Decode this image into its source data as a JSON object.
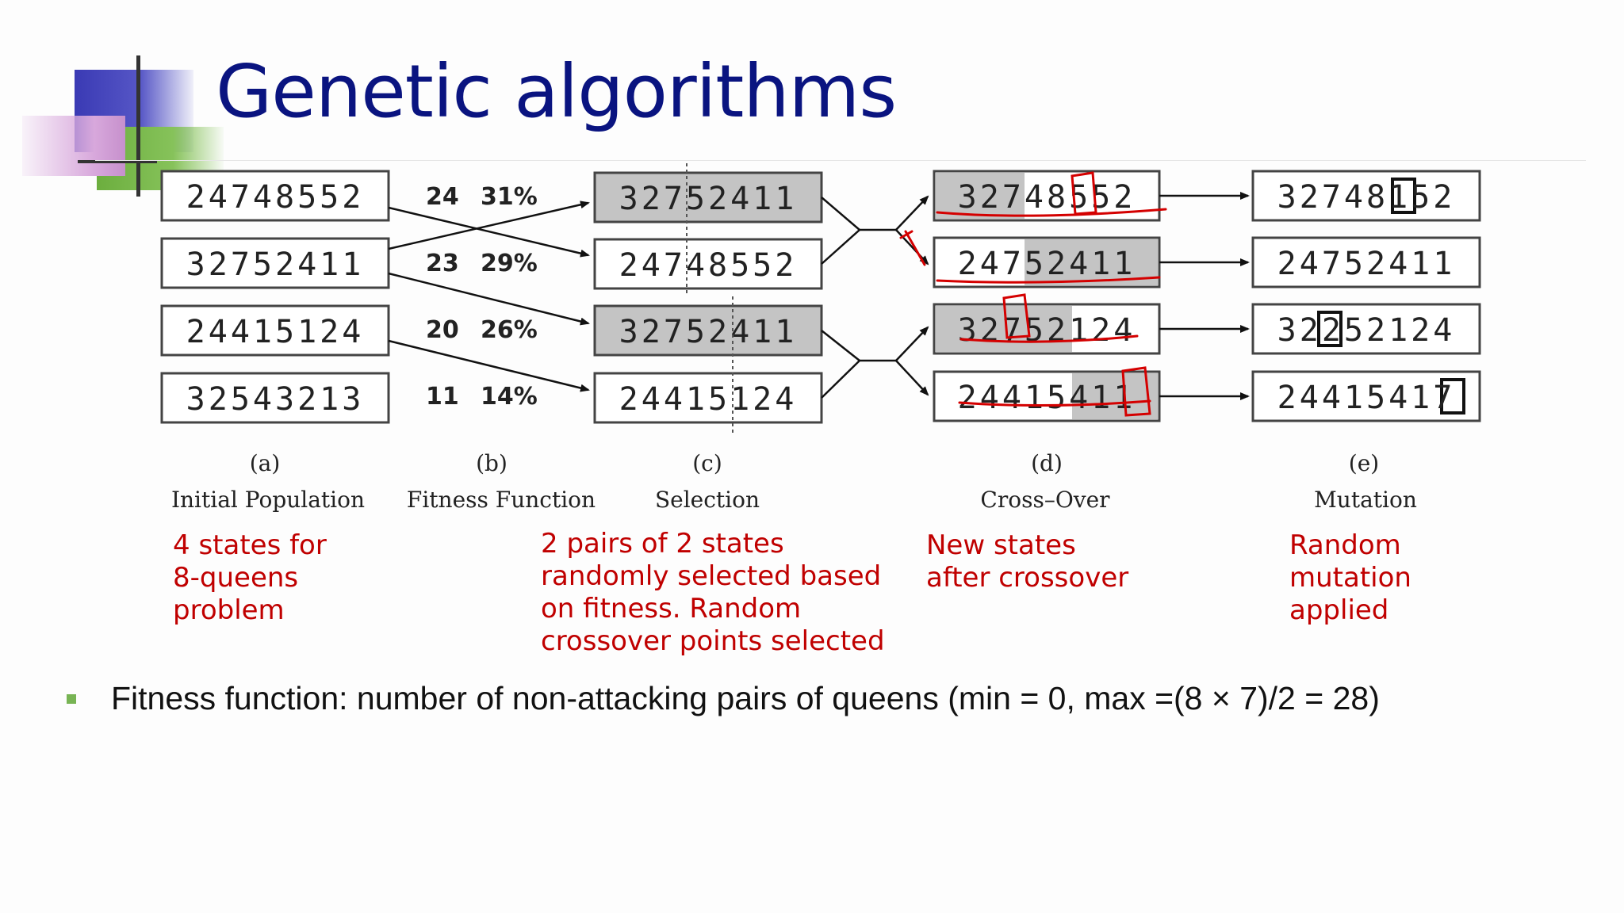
{
  "slide": {
    "title": "Genetic algorithms"
  },
  "diagram": {
    "columns": [
      {
        "letter": "(a)",
        "caption": "Initial Population",
        "boxes": [
          "24748552",
          "32752411",
          "24415124",
          "32543213"
        ]
      },
      {
        "letter": "(b)",
        "caption": "Fitness Function",
        "rows": [
          {
            "fitness": "24",
            "percent": "31%"
          },
          {
            "fitness": "23",
            "percent": "29%"
          },
          {
            "fitness": "20",
            "percent": "26%"
          },
          {
            "fitness": "11",
            "percent": "14%"
          }
        ]
      },
      {
        "letter": "(c)",
        "caption": "Selection",
        "boxes": [
          "32752411",
          "24748552",
          "32752411",
          "24415124"
        ]
      },
      {
        "letter": "(d)",
        "caption": "Cross–Over",
        "boxes": [
          "32748552",
          "24752411",
          "32752124",
          "24415411"
        ]
      },
      {
        "letter": "(e)",
        "caption": "Mutation",
        "boxes": [
          "32748152",
          "24752411",
          "32252124",
          "24415417"
        ]
      }
    ]
  },
  "notes": {
    "initial": "4 states for\n8-queens\nproblem",
    "selection": "2 pairs of 2 states\nrandomly selected based\non fitness. Random\ncrossover points selected",
    "crossover": "New states\nafter crossover",
    "mutation": "Random\nmutation\napplied"
  },
  "bullet": {
    "text": "Fitness function: number of non-attacking pairs of queens (min = 0, max =(8 × 7)/2 = 28)"
  },
  "colors": {
    "title": "#0a1480",
    "annotation": "#c00000",
    "bullet": "#78b454",
    "shade": "#c0c0c0"
  }
}
